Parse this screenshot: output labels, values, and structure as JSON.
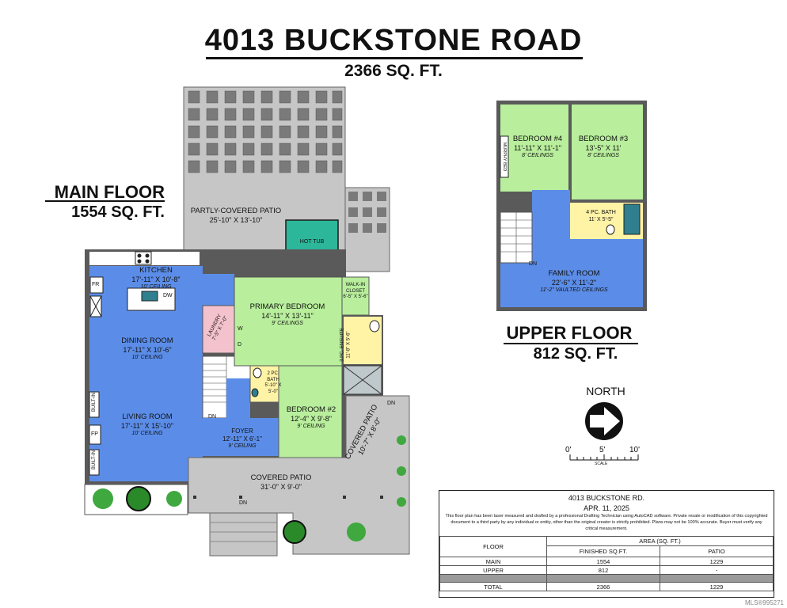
{
  "header": {
    "address": "4013 BUCKSTONE ROAD",
    "total_area": "2366 SQ. FT."
  },
  "main_floor": {
    "label": "MAIN FLOOR",
    "area": "1554 SQ. FT.",
    "rooms": {
      "partly_patio": {
        "name": "PARTLY-COVERED PATIO",
        "dims": "25'-10\" X 13'-10\""
      },
      "hot_tub": {
        "name": "HOT TUB"
      },
      "kitchen": {
        "name": "KITCHEN",
        "dims": "17'-11\" X 10'-8\"",
        "ceiling": "10' CEILING"
      },
      "dining": {
        "name": "DINING ROOM",
        "dims": "17'-11\" X 10'-6\"",
        "ceiling": "10' CEILING"
      },
      "living": {
        "name": "LIVING ROOM",
        "dims": "17'-11\" X 15'-10\"",
        "ceiling": "10' CEILING"
      },
      "laundry": {
        "name": "LAUNDRY",
        "dims": "7'-5\" X 7'-0\""
      },
      "primary": {
        "name": "PRIMARY BEDROOM",
        "dims": "14'-11\" X 13'-11\"",
        "ceiling": "9' CEILINGS"
      },
      "closet": {
        "name": "WALK-IN CLOSET",
        "dims": "6'-5\" X 5'-6\""
      },
      "ensuite": {
        "name": "3 PC. ENSUITE",
        "dims": "11'-8\" X 5'-6\""
      },
      "bath2": {
        "name": "2 PC. BATH",
        "dims": "5'-10\" X 5'-0\""
      },
      "bedroom2": {
        "name": "BEDROOM #2",
        "dims": "12'-4\" X 9'-8\"",
        "ceiling": "9' CEILING"
      },
      "foyer": {
        "name": "FOYER",
        "dims": "12'-11\" X 6'-1\"",
        "ceiling": "9' CEILING"
      },
      "covered_patio": {
        "name": "COVERED PATIO",
        "dims": "31'-0\" X 9'-0\""
      },
      "covered_patio_side": {
        "name": "COVERED PATIO",
        "dims": "10'-7\" X 8'-0\""
      }
    },
    "labels": {
      "fr": "FR",
      "dw": "DW",
      "w": "W",
      "d": "D",
      "fp": "FP",
      "built_in_1": "BUILT-IN",
      "built_in_2": "BUILT-IN",
      "dn1": "DN",
      "dn2": "DN",
      "dn3": "DN"
    }
  },
  "upper_floor": {
    "label": "UPPER FLOOR",
    "area": "812 SQ. FT.",
    "rooms": {
      "bedroom4": {
        "name": "BEDROOM #4",
        "dims": "11'-11\" X 11'-1\"",
        "ceiling": "8' CEILINGS"
      },
      "bedroom3": {
        "name": "BEDROOM #3",
        "dims": "13'-5\" X 11'",
        "ceiling": "8' CEILINGS"
      },
      "bath4": {
        "name": "4 PC. BATH",
        "dims": "11' X 5'-5\""
      },
      "family": {
        "name": "FAMILY ROOM",
        "dims": "22'-6\" X 11'-2\"",
        "ceiling": "11'-2\" VAULTED CEILINGS"
      }
    },
    "labels": {
      "murphy": "MURPHY BED",
      "dn": "DN"
    }
  },
  "compass": {
    "label": "NORTH",
    "scale": [
      "0'",
      "5'",
      "10'"
    ],
    "scale_caption": "SCALE"
  },
  "info_block": {
    "address": "4013 BUCKSTONE RD.",
    "date": "APR. 11, 2025",
    "disclaimer": "This floor plan has been laser measured and drafted by a professional Drafting Technician using AutoCAD software. Private resale or modification of this copyrighted document to a third party by any individual or entity, other than the original creator is strictly prohibited. Plans may not be 100% accurate. Buyer must verify any critical measurement.",
    "col_floor": "FLOOR",
    "col_area": "AREA (SQ. FT.)",
    "col_finished": "FINISHED SQ.FT.",
    "col_patio": "PATIO",
    "rows": [
      {
        "floor": "MAIN",
        "finished": "1554",
        "patio": "1229"
      },
      {
        "floor": "UPPER",
        "finished": "812",
        "patio": "-"
      }
    ],
    "total": {
      "floor": "TOTAL",
      "finished": "2366",
      "patio": "1229"
    }
  },
  "watermark": "MLS®995271",
  "colors": {
    "living": "#5b8de8",
    "bedroom": "#b8ee9c",
    "bath": "#fff3a6",
    "laundry": "#f3c2cc",
    "patio": "#c6c6c6",
    "hot_tub": "#2cb69a",
    "wall": "#5a5a5a"
  }
}
